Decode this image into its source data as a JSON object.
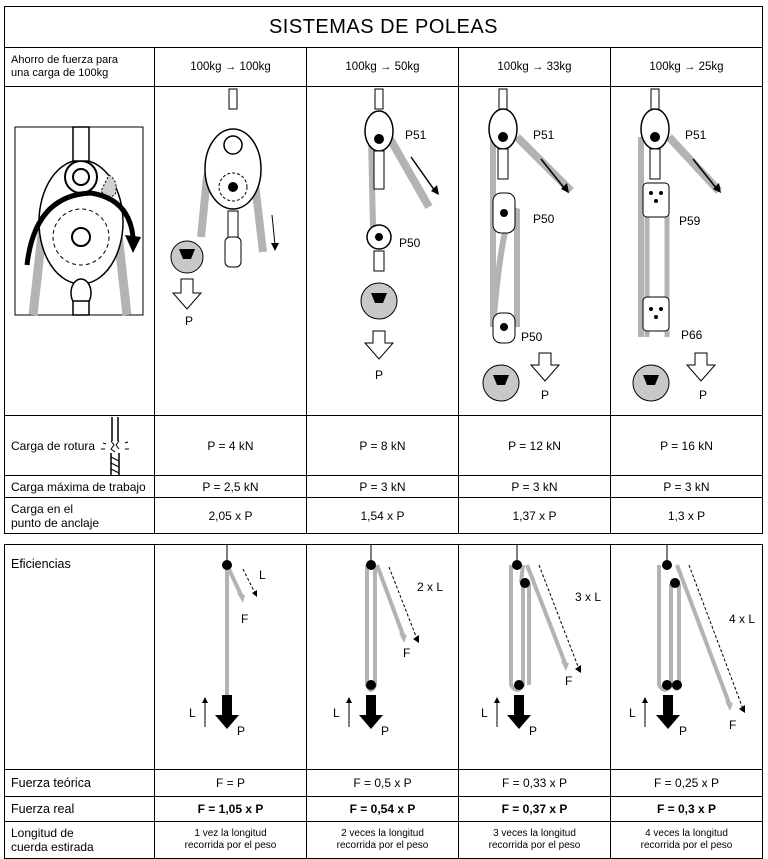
{
  "title": "SISTEMAS DE POLEAS",
  "header": {
    "label_line1": "Ahorro de fuerza para",
    "label_line2": "una carga de 100kg",
    "columns": [
      "100kg → 100kg",
      "100kg → 50kg",
      "100kg → 33kg",
      "100kg → 25kg"
    ]
  },
  "diagrams": {
    "load_label": "P",
    "pulley_labels": {
      "col2": [
        "P51",
        "P50"
      ],
      "col3": [
        "P51",
        "P50",
        "P50"
      ],
      "col4": [
        "P51",
        "P59",
        "P66"
      ]
    }
  },
  "rows": {
    "carga_rotura": {
      "label": "Carga de rotura",
      "values": [
        "P = 4 kN",
        "P = 8 kN",
        "P = 12 kN",
        "P = 16 kN"
      ]
    },
    "carga_maxima": {
      "label": "Carga máxima de trabajo",
      "values": [
        "P = 2,5 kN",
        "P = 3 kN",
        "P = 3 kN",
        "P = 3 kN"
      ]
    },
    "carga_anclaje": {
      "label_line1": "Carga en el",
      "label_line2": "punto de anclaje",
      "values": [
        "2,05 x P",
        "1,54 x P",
        "1,37 x P",
        "1,3 x P"
      ]
    }
  },
  "eficiencias": {
    "label": "Eficiencias",
    "length_labels": [
      "L",
      "2 x L",
      "3 x L",
      "4 x L"
    ],
    "force_label": "F",
    "load_label": "P",
    "load_travel_label": "L"
  },
  "rows2": {
    "fuerza_teorica": {
      "label": "Fuerza teórica",
      "values": [
        "F = P",
        "F = 0,5 x P",
        "F = 0,33 x P",
        "F = 0,25 x P"
      ]
    },
    "fuerza_real": {
      "label": "Fuerza real",
      "values": [
        "F = 1,05 x P",
        "F = 0,54 x P",
        "F = 0,37 x P",
        "F = 0,3 x P"
      ]
    },
    "longitud": {
      "label_line1": "Longitud de",
      "label_line2": "cuerda estirada",
      "values_line1": [
        "1 vez la longitud",
        "2 veces la longitud",
        "3 veces la longitud",
        "4 veces la longitud"
      ],
      "values_line2": [
        "recorrida por el peso",
        "recorrida por el peso",
        "recorrida por el peso",
        "recorrida por el peso"
      ]
    }
  },
  "colors": {
    "rope": "#b3b3b3",
    "line": "#000000",
    "background": "#ffffff"
  }
}
